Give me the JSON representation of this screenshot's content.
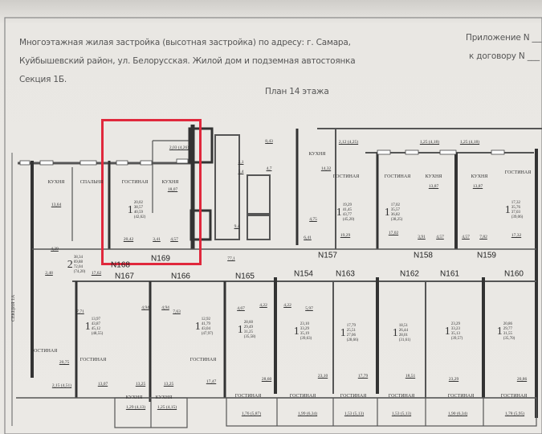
{
  "header": {
    "line1": "Многоэтажная жилая застройка (высотная застройка) по адресу: г. Самара,",
    "line2": "Куйбышевский район, ул. Белорусская. Жилой дом и подземная автостоянка",
    "line3": "Секция 1Б.",
    "appendix": "Приложение N ___",
    "contract": "к договору N ___",
    "plan_title": "План 14 этажа"
  },
  "side_label": "СЕКЦИЯ 1А",
  "highlight": {
    "color": "#e0283c",
    "apartment": "N169"
  },
  "apartments": [
    "N169",
    "N157",
    "N158",
    "N159",
    "N167",
    "N166",
    "N165",
    "N154",
    "N163",
    "N162",
    "N161",
    "N160",
    "N168"
  ],
  "rooms": [
    "КУХНЯ",
    "СПАЛЬНЯ",
    "ГОСТИНАЯ",
    "КУХНЯ",
    "КУХНЯ",
    "ГОСТИНАЯ",
    "ГОСТИНАЯ",
    "КУХНЯ",
    "КУХНЯ",
    "ГОСТИНАЯ",
    "ГОСТИНАЯ",
    "ГОСТИНАЯ",
    "КУХНЯ",
    "КУХНЯ",
    "ГОСТИНАЯ",
    "ГОСТИНАЯ",
    "ГОСТИНАЯ",
    "ГОСТИНАЯ",
    "ГОСТИНАЯ",
    "ГОСТИНАЯ",
    "ГОСТИНАЯ"
  ],
  "areas": [
    "13,64",
    "2,03 (4,26)",
    "18,07",
    "20,42",
    "3,41",
    "4,57",
    "5,4",
    "2,1",
    "4,7",
    "8,43",
    "14,32",
    "4,75",
    "6,41",
    "19,29",
    "2,12 (4,25)",
    "17,02",
    "1,25 (4,18)",
    "1,25 (4,18)",
    "13,87",
    "13,87",
    "3,91",
    "4,57",
    "4,57",
    "7,82",
    "17,32",
    "77,1",
    "9,4",
    "4,29",
    "2,48",
    "17,62",
    "7,71",
    "4,94",
    "4,94",
    "7,63",
    "20,75",
    "13,07",
    "13,25",
    "13,25",
    "17,47",
    "2,15 (4,51)",
    "1,29 (4,13)",
    "1,25 (4,15)",
    "4,67",
    "4,22",
    "4,22",
    "5,97",
    "28,60",
    "23,10",
    "17,79",
    "18,51",
    "23,29",
    "20,86",
    "1,76 (5,87)",
    "1,99 (6,34)",
    "1,53 (5,13)",
    "1,53 (5,13)",
    "1,90 (6,34)",
    "1,78 (5,95)"
  ],
  "blocks": [
    {
      "rooms": "1",
      "vals": [
        "20,02",
        "38,57",
        "40,59",
        "(42,62)"
      ]
    },
    {
      "rooms": "2",
      "vals": [
        "38,34",
        "69,88",
        "72,04",
        "(74,20)"
      ]
    },
    {
      "rooms": "1",
      "vals": [
        "19,29",
        "41,45",
        "43,77",
        "(45,20)"
      ]
    },
    {
      "rooms": "1",
      "vals": [
        "17,02",
        "35,57",
        "36,82",
        "(38,25)"
      ]
    },
    {
      "rooms": "1",
      "vals": [
        "17,32",
        "35,76",
        "37,03",
        "(39,06)"
      ]
    },
    {
      "rooms": "1",
      "vals": [
        "13,97",
        "43,87",
        "45,12",
        "(48,55)"
      ]
    },
    {
      "rooms": "1",
      "vals": [
        "12,92",
        "41,79",
        "43,04",
        "(47,97)"
      ]
    },
    {
      "rooms": "1",
      "vals": [
        "28,60",
        "29,49",
        "31,25",
        "(35,58)"
      ]
    },
    {
      "rooms": "1",
      "vals": [
        "23,10",
        "33,29",
        "35,19",
        "(39,63)"
      ]
    },
    {
      "rooms": "1",
      "vals": [
        "17,79",
        "25,51",
        "27,06",
        "(28,66)"
      ]
    },
    {
      "rooms": "1",
      "vals": [
        "18,51",
        "26,44",
        "28,01",
        "(31,61)"
      ]
    },
    {
      "rooms": "1",
      "vals": [
        "23,29",
        "33,23",
        "35,13",
        "(39,57)"
      ]
    },
    {
      "rooms": "1",
      "vals": [
        "20,86",
        "29,77",
        "31,55",
        "(35,70)"
      ]
    }
  ]
}
